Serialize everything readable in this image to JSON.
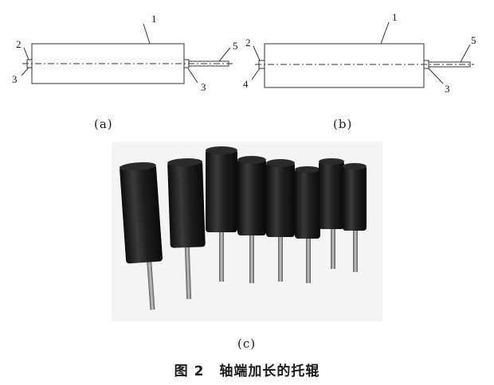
{
  "figure": {
    "caption_number": "图 2",
    "caption_text": "轴端加长的托辊"
  },
  "diagram_a": {
    "label": "(a)",
    "callouts": [
      "1",
      "2",
      "3",
      "3",
      "5"
    ]
  },
  "diagram_b": {
    "label": "(b)",
    "callouts": [
      "1",
      "2",
      "4",
      "3",
      "5"
    ]
  },
  "photo": {
    "label": "(c)",
    "roller_count": 8
  },
  "colors": {
    "line": "#333333",
    "roller_body": "#1c1c1c",
    "shaft": "#8a8a8a",
    "photo_bg": "#f4f4f4"
  }
}
